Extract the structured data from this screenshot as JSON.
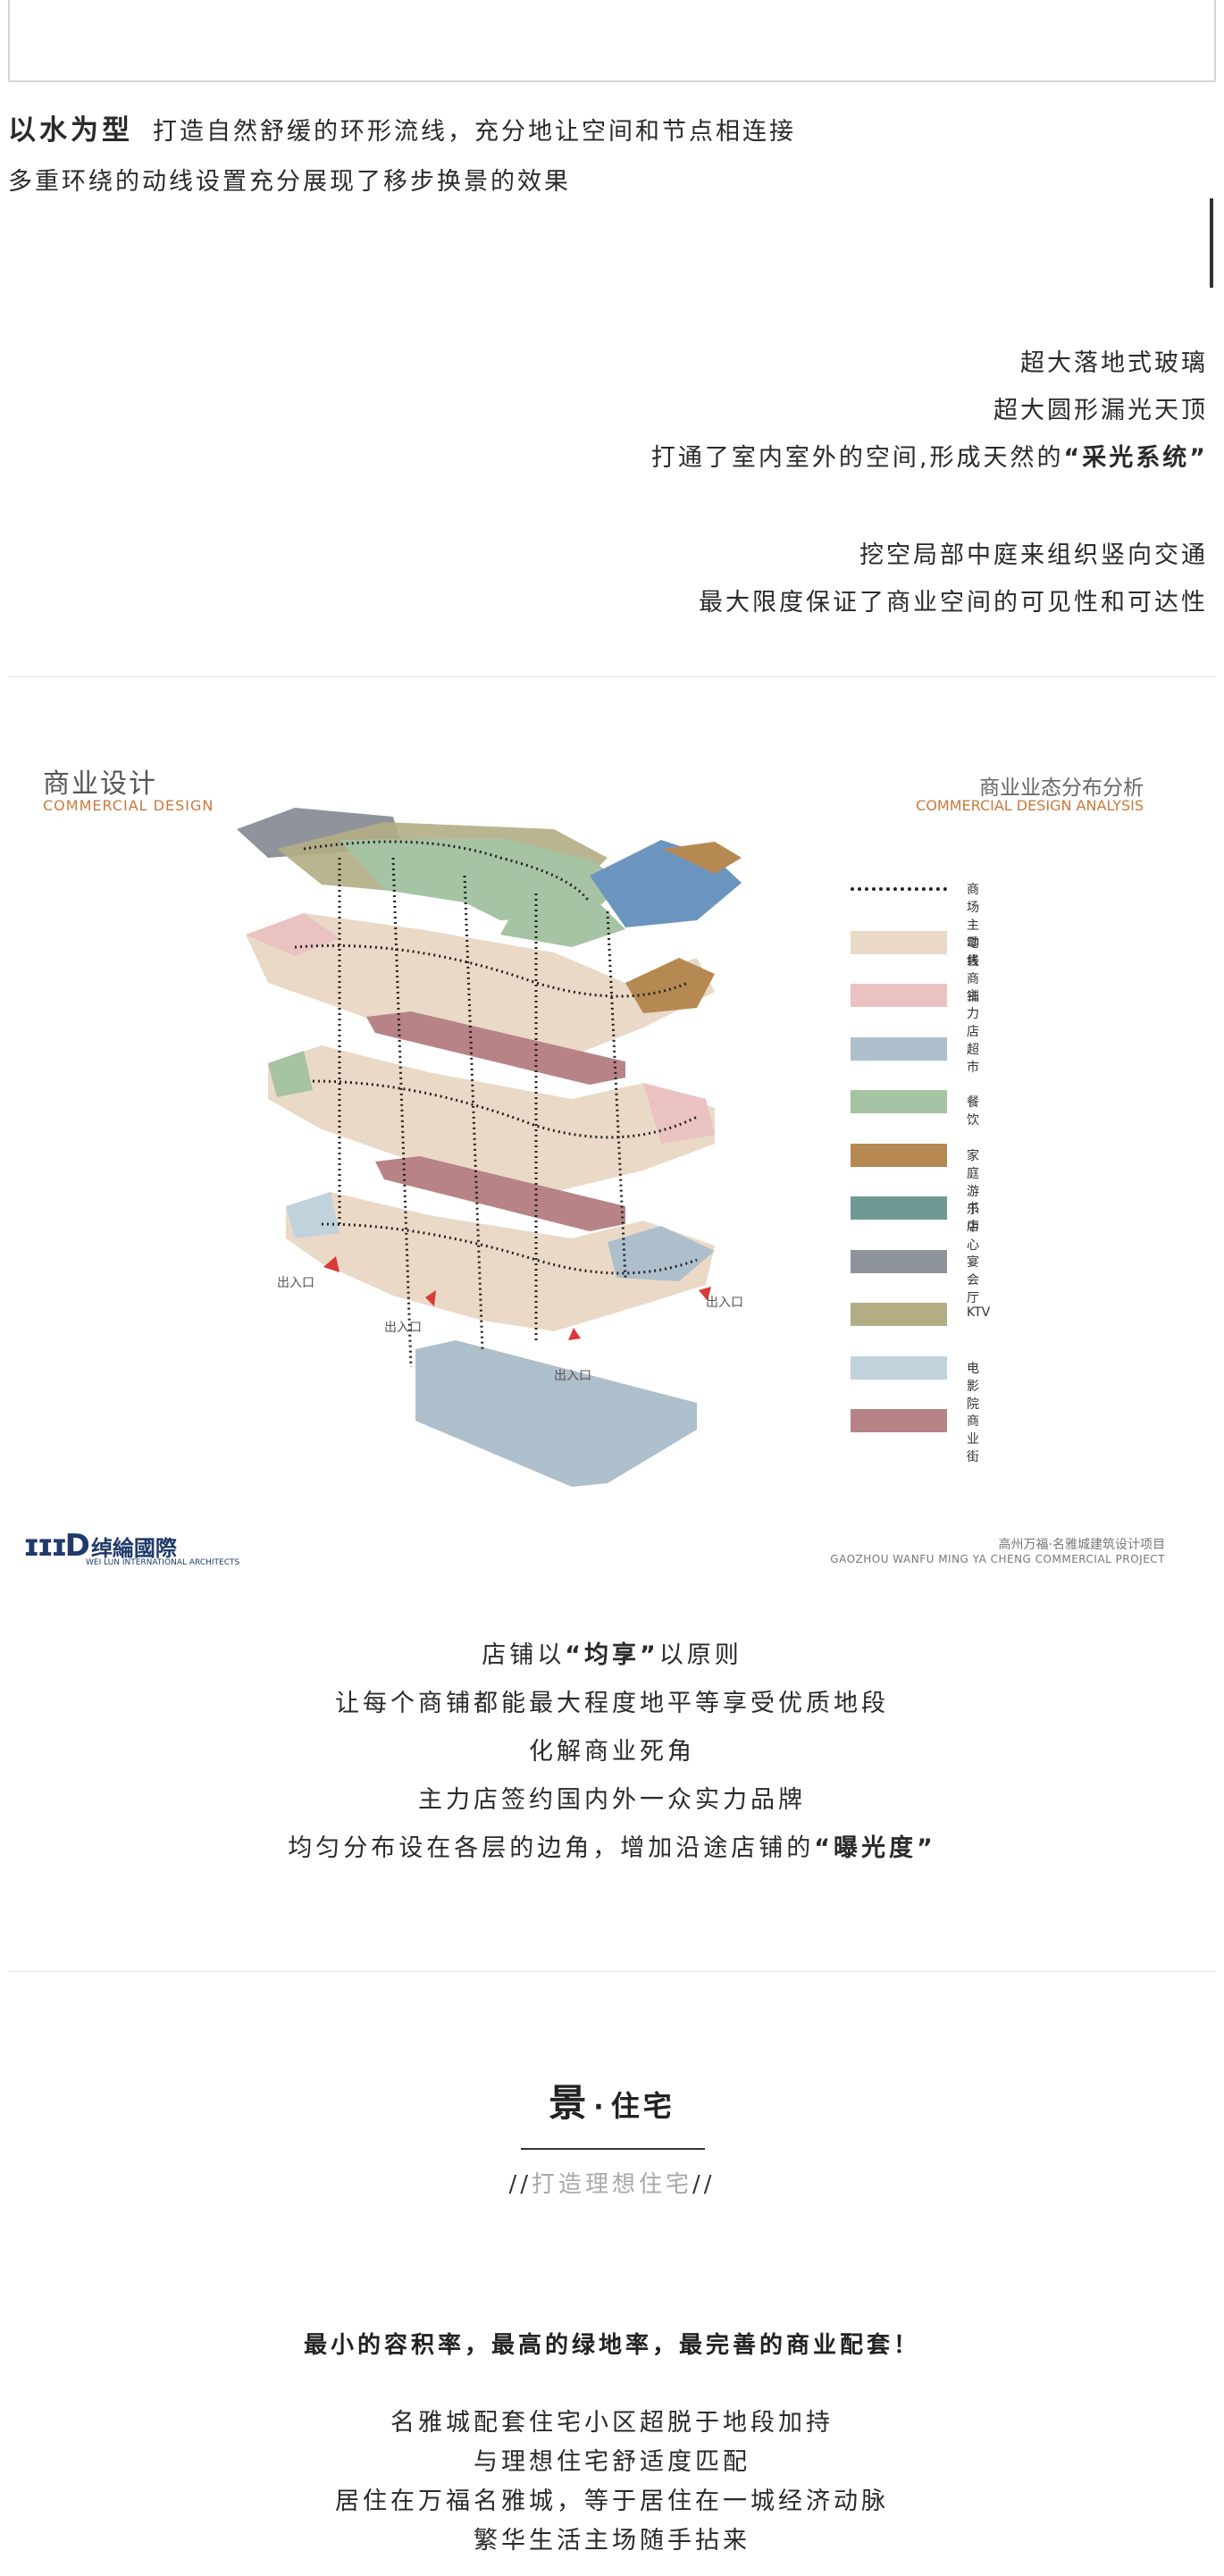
{
  "intro": {
    "lead": "以水为型",
    "line1": "打造自然舒缓的环形流线，充分地让空间和节点相连接",
    "line2": "多重环绕的动线设置充分展现了移步换景的效果"
  },
  "lighting": {
    "line1": "超大落地式玻璃",
    "line2": "超大圆形漏光天顶",
    "line3_pre": "打通了室内室外的空间,形成天然的",
    "line3_bold": "“采光系统”"
  },
  "atrium": {
    "line1": "挖空局部中庭来组织竖向交通",
    "line2": "最大限度保证了商业空间的可见性和可达性"
  },
  "diagram": {
    "title": "商业设计",
    "subtitle": "COMMERCIAL DESIGN",
    "right_title": "商业业态分布分析",
    "right_subtitle": "COMMERCIAL DESIGN ANALYSIS",
    "entrance": "出入口",
    "legend": [
      {
        "label": "商场主动线",
        "color": "#222222",
        "type": "line"
      },
      {
        "label": "零售商铺",
        "color": "#ead9c7",
        "type": "swatch"
      },
      {
        "label": "主力店",
        "color": "#e9c2c1",
        "type": "swatch"
      },
      {
        "label": "超市",
        "color": "#aebfcc",
        "type": "swatch"
      },
      {
        "label": "餐饮",
        "color": "#a6c3a3",
        "type": "swatch"
      },
      {
        "label": "家庭游乐中心",
        "color": "#b68952",
        "type": "swatch"
      },
      {
        "label": "书店",
        "color": "#6f9a94",
        "type": "swatch"
      },
      {
        "label": "宴会厅",
        "color": "#8f949c",
        "type": "swatch"
      },
      {
        "label": "KTV",
        "color": "#b3ad85",
        "type": "swatch"
      },
      {
        "label": "电影院",
        "color": "#c2d2dc",
        "type": "swatch"
      },
      {
        "label": "商业街",
        "color": "#b88386",
        "type": "swatch"
      }
    ],
    "logo_name": "绰綸國際",
    "logo_en": "WEI LUN INTERNATIONAL ARCHITECTS",
    "project_cn": "高州万福·名雅城建筑设计项目",
    "project_en": "GAOZHOU WANFU MING YA CHENG COMMERCIAL PROJECT"
  },
  "shops": {
    "line1_pre": "店铺以",
    "line1_bold": "“均享”",
    "line1_post": "以原则",
    "line2": "让每个商铺都能最大程度地平等享受优质地段",
    "line3": "化解商业死角",
    "line4": "主力店签约国内外一众实力品牌",
    "line5_pre": "均匀分布设在各层的边角，增加沿途店铺的",
    "line5_bold": "“曝光度”"
  },
  "section": {
    "title_big": "景",
    "dot": "·",
    "title_small": "住宅",
    "sub_slash_l": "//",
    "sub": "打造理想住宅",
    "sub_slash_r": "//"
  },
  "residential": {
    "bold": "最小的容积率，最高的绿地率，最完善的商业配套！",
    "line1": "名雅城配套住宅小区超脱于地段加持",
    "line2": "与理想住宅舒适度匹配",
    "line3": "居住在万福名雅城，等于居住在一城经济动脉",
    "line4": "繁华生活主场随手拈来"
  }
}
